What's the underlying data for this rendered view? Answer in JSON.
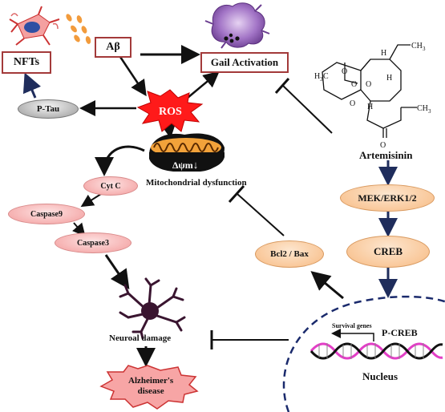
{
  "labels": {
    "nfts": "NFTs",
    "abeta": "Aβ",
    "glial_activation": "Gail Activation",
    "p_tau": "P-Tau",
    "ros": "ROS",
    "delta_psi_m": "Δψm",
    "mito_dysfunction": "Mitochondrial dysfunction",
    "cytc": "Cyt C",
    "caspase9": "Caspase9",
    "caspase3": "Caspase3",
    "artemisinin": "Artemisinin",
    "mek_erk": "MEK/ERK1/2",
    "creb": "CREB",
    "bcl2_bax": "Bcl2 / Bax",
    "neuronal_damage": "Neuroal damage",
    "alzheimers_line1": "Alzheimer's",
    "alzheimers_line2": "disease",
    "survival_genes": "Survival genes",
    "p_creb": "P-CREB",
    "nucleus": "Nucleus"
  },
  "molecule_atoms": {
    "h_top": "H",
    "ch3_top": "CH",
    "ch3_top_sub": "3",
    "h3c_left": "H",
    "h3c_left_sub": "3",
    "h3c_left_c": "C",
    "o1": "O",
    "o2": "O",
    "o3": "O",
    "o4": "O",
    "o5": "O",
    "h_mid": "H",
    "h_low": "H",
    "ch3_low": "CH",
    "ch3_low_sub": "3"
  },
  "colors": {
    "box_border": "#a33a3a",
    "ros_fill": "#ff1a1a",
    "arrow": "#111111",
    "ptau_fill": "#d9d9d9",
    "dna_pink": "#e23fc6",
    "dna_black": "#111111",
    "nucleus_border": "#1a2a6c",
    "dark_navy_arrow": "#1f2d5c",
    "neuron_purple": "#3a1530",
    "pellet_orange": "#f29b3c",
    "glial_purple": "#7e4fa3"
  },
  "icons": [
    "nft-neuron-icon",
    "abeta-pellets-icon",
    "glial-cell-icon",
    "mitochondrion-icon",
    "neuron-icon",
    "artemisinin-structure-icon",
    "dna-helix-icon"
  ]
}
